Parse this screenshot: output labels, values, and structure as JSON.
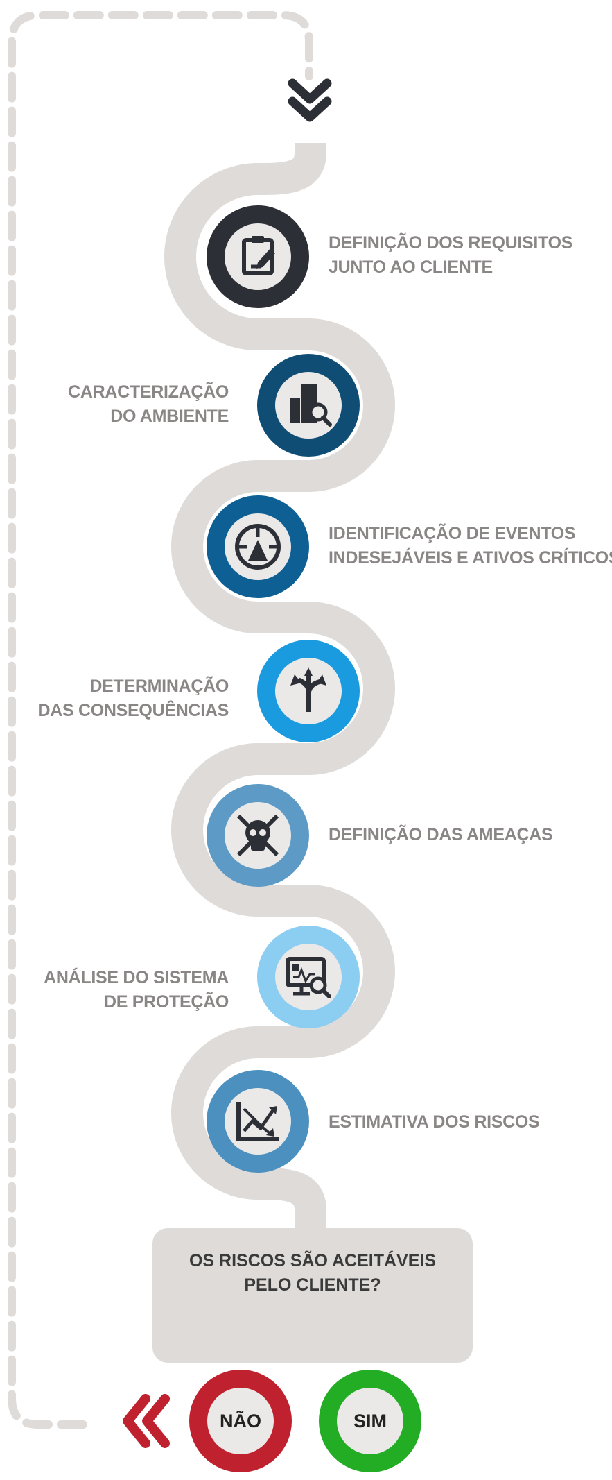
{
  "steps": [
    {
      "lines": [
        "DEFINIÇÃO DOS REQUISITOS",
        "JUNTO AO CLIENTE"
      ],
      "icon": "clipboard-edit-icon",
      "ring_color": "#2d2f36",
      "side": "right"
    },
    {
      "lines": [
        "CARACTERIZAÇÃO",
        "DO AMBIENTE"
      ],
      "icon": "buildings-search-icon",
      "ring_color": "#0f4d75",
      "side": "left"
    },
    {
      "lines": [
        "IDENTIFICAÇÃO DE EVENTOS",
        "INDESEJÁVEIS E ATIVOS CRÍTICOS"
      ],
      "icon": "target-icon",
      "ring_color": "#0e5f93",
      "side": "right"
    },
    {
      "lines": [
        "DETERMINAÇÃO",
        "DAS CONSEQUÊNCIAS"
      ],
      "icon": "split-arrows-icon",
      "ring_color": "#1a9be0",
      "side": "left"
    },
    {
      "lines": [
        "DEFINIÇÃO DAS AMEAÇAS"
      ],
      "icon": "skull-crossbones-icon",
      "ring_color": "#5d9bc6",
      "side": "right"
    },
    {
      "lines": [
        "ANÁLISE DO SISTEMA",
        "DE PROTEÇÃO"
      ],
      "icon": "monitor-lock-search-icon",
      "ring_color": "#8ccdf2",
      "side": "left"
    },
    {
      "lines": [
        "ESTIMATIVA DOS RISCOS"
      ],
      "icon": "chart-trend-icon",
      "ring_color": "#4c90bf",
      "side": "right"
    }
  ],
  "question": {
    "lines": [
      "OS RISCOS SÃO ACEITÁVEIS",
      "PELO CLIENTE?"
    ]
  },
  "no_button": {
    "label": "NÃO",
    "color": "#c0212f"
  },
  "yes_button": {
    "label": "SIM",
    "color": "#23ad24"
  },
  "colors": {
    "path": "#dfdbd9",
    "dash": "#dfdbd9",
    "text": "#8a8686",
    "chevron_down": "#2d2f36",
    "chevron_left": "#c0212f"
  }
}
